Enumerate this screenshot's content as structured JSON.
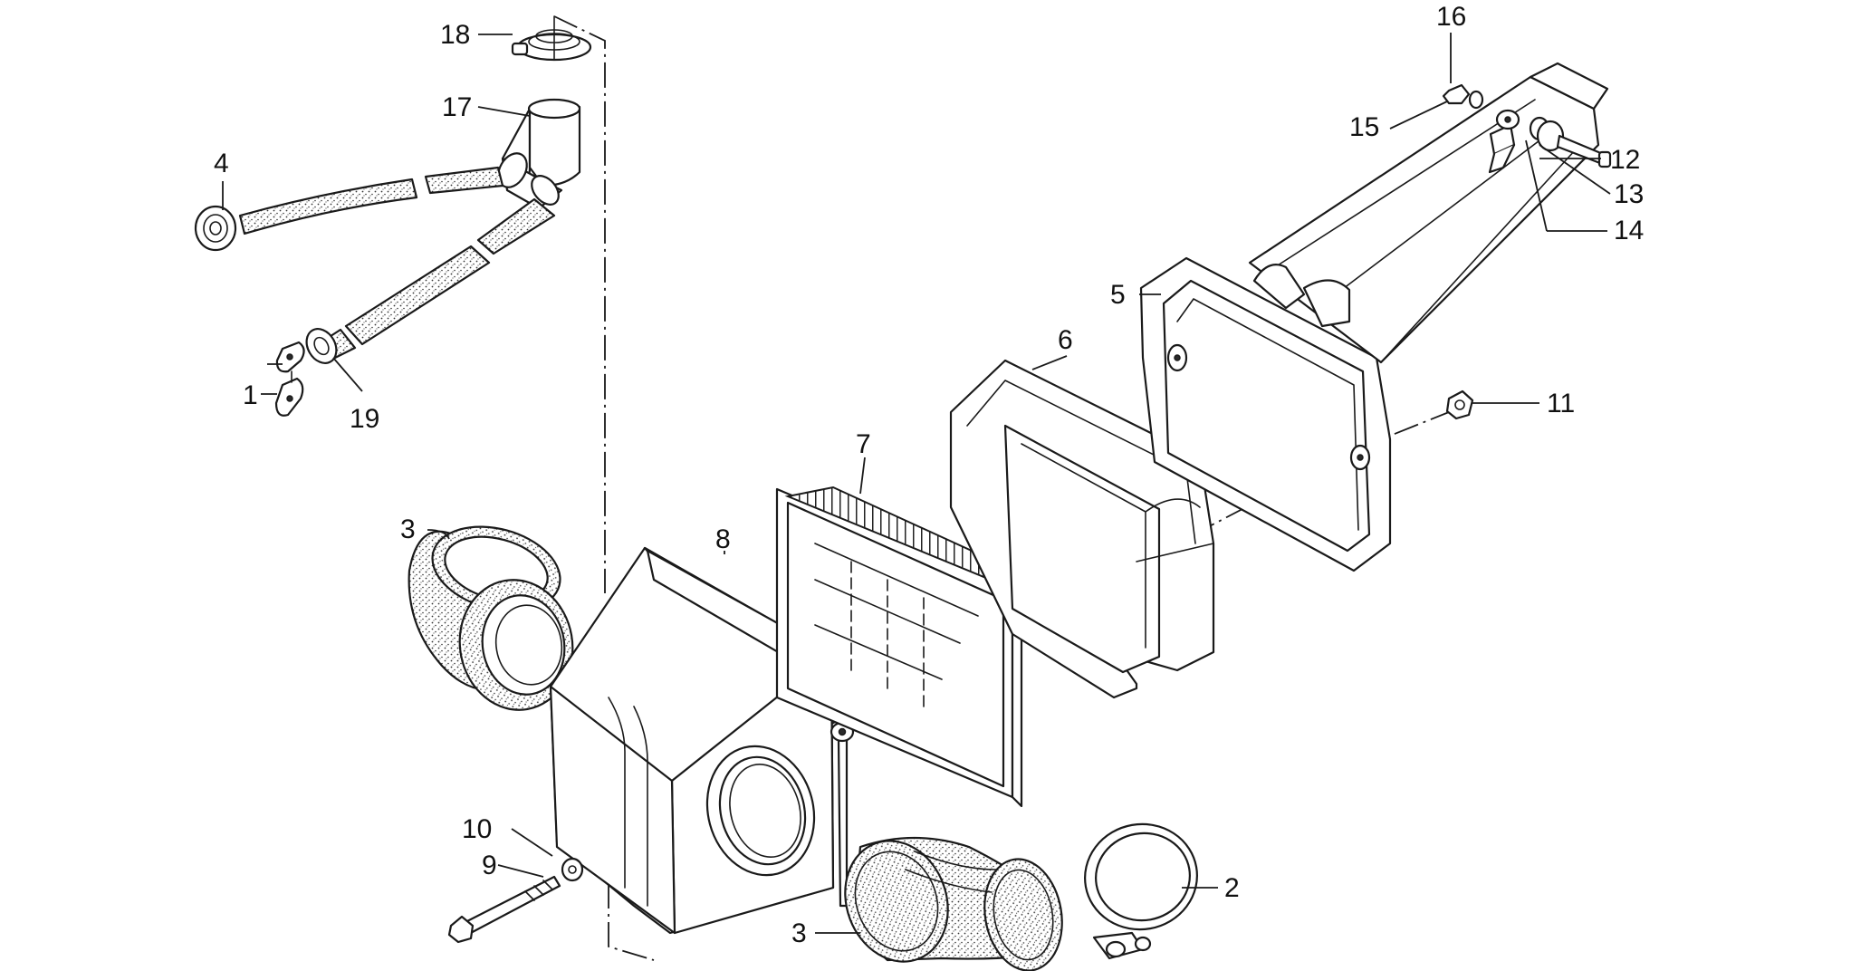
{
  "callouts": {
    "c1": "1",
    "c2": "2",
    "c3a": "3",
    "c3b": "3",
    "c4": "4",
    "c5": "5",
    "c6": "6",
    "c7": "7",
    "c8": "8",
    "c9": "9",
    "c10": "10",
    "c11": "11",
    "c12": "12",
    "c13": "13",
    "c14": "14",
    "c15": "15",
    "c16": "16",
    "c17": "17",
    "c18": "18",
    "c19": "19"
  },
  "colors": {
    "line": "#1a1a1a",
    "background": "#ffffff"
  }
}
